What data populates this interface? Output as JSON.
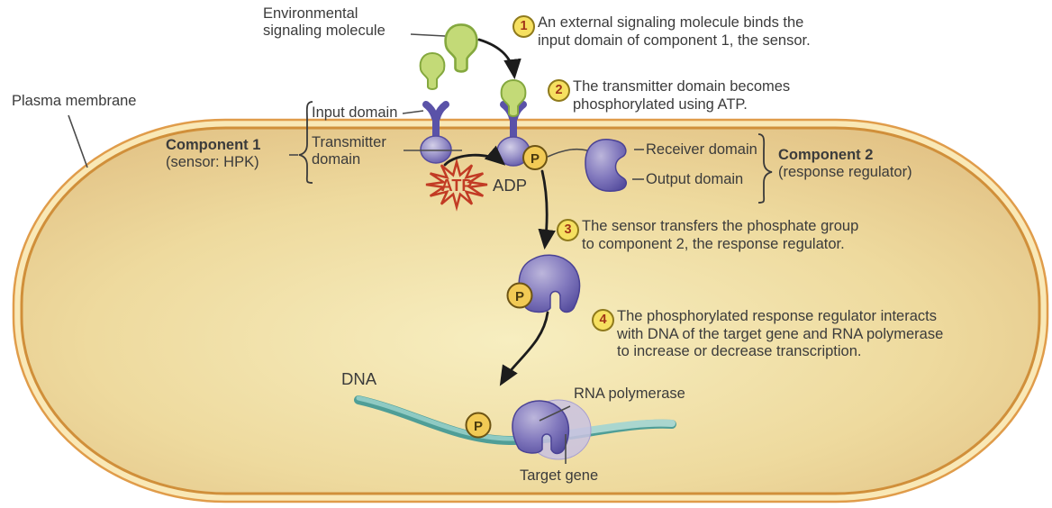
{
  "labels": {
    "env_line1": "Environmental",
    "env_line2": "signaling molecule",
    "plasma_membrane": "Plasma membrane",
    "component1_name": "Component 1",
    "component1_sub": "(sensor: HPK)",
    "input_domain": "Input domain",
    "transmitter_line1": "Transmitter",
    "transmitter_line2": "domain",
    "receiver_domain": "Receiver domain",
    "output_domain": "Output domain",
    "component2_name": "Component 2",
    "component2_sub": "(response regulator)",
    "atp": "ATP",
    "adp": "ADP",
    "phosphate": "P",
    "dna": "DNA",
    "rna_polymerase": "RNA polymerase",
    "target_gene": "Target gene"
  },
  "steps": [
    {
      "number": "1",
      "lines": [
        "An external signaling molecule binds the",
        "input domain of component 1, the sensor."
      ]
    },
    {
      "number": "2",
      "lines": [
        "The transmitter domain becomes",
        "phosphorylated using ATP."
      ]
    },
    {
      "number": "3",
      "lines": [
        "The sensor transfers the phosphate group",
        "to component 2, the response regulator."
      ]
    },
    {
      "number": "4",
      "lines": [
        "The phosphorylated response regulator interacts",
        "with DNA of the target gene and RNA polymerase",
        "to increase or decrease transcription."
      ]
    }
  ],
  "colors": {
    "membrane_orange": "#dd9b44",
    "cell_fill_center": "#f6ecbd",
    "cell_fill_edge": "#ddb97b",
    "protein_purple": "#5b51a5",
    "ligand_green": "#c3da77",
    "phosphate_yellow": "#f2ca55",
    "atp_red": "#c23b24",
    "step_circle_yellow": "#f6e060",
    "dna_teal": "#63aea7"
  }
}
